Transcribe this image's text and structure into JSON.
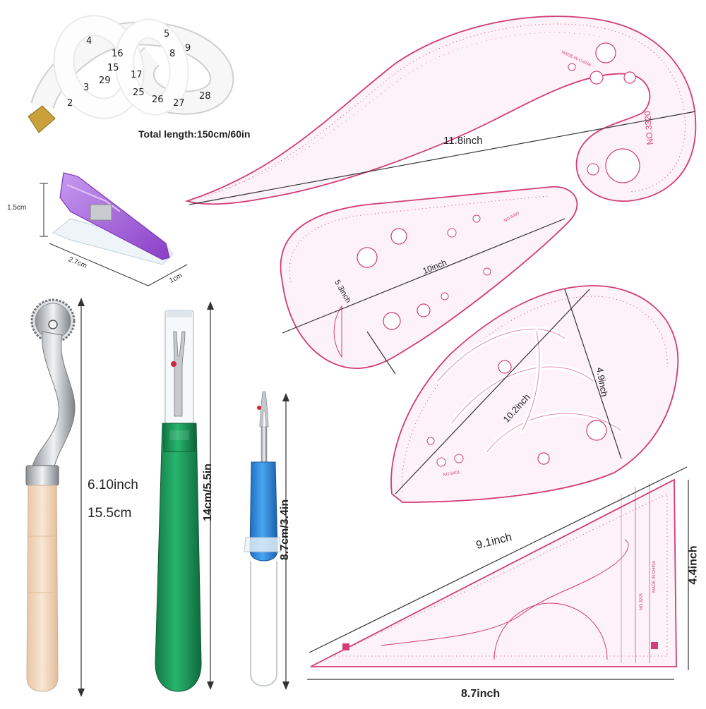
{
  "labels": {
    "tape_total_length": "Total length:150cm/60in",
    "clip_height": "1.5cm",
    "clip_length": "2.7cm",
    "clip_width": "1cm",
    "curve_ruler_length": "11.8inch",
    "hip_ruler_length": "10inch",
    "hip_ruler_width": "5.3inch",
    "french_curve_length": "10.2inch",
    "french_curve_width": "4.9inch",
    "triangle_hypotenuse": "9.1inch",
    "triangle_height": "4.4inch",
    "triangle_base": "8.7inch",
    "wheel_length_in": "6.10inch",
    "wheel_length_cm": "15.5cm",
    "ripper_large": "14cm/5.5in",
    "ripper_small": "8.7cm/3.4in"
  },
  "printed": {
    "made_in_china": "MADE IN CHINA",
    "curve_model": "NO.3320",
    "hip_model": "NO.6400",
    "french_model": "NO.6401",
    "triangle_model": "NO.3205"
  },
  "tape_numbers": [
    "2",
    "3",
    "4",
    "15",
    "16",
    "17",
    "25",
    "26",
    "27",
    "28",
    "29",
    "5",
    "8",
    "9"
  ],
  "colors": {
    "ruler_pink": "#d23c78",
    "ruler_fill": "#fbeef4",
    "clip_purple": "#a35bd6",
    "ripper_green": "#1e9a5c",
    "ripper_blue": "#2d8be0",
    "wood": "#f1d7be",
    "tape_tip": "#c9a03a"
  }
}
